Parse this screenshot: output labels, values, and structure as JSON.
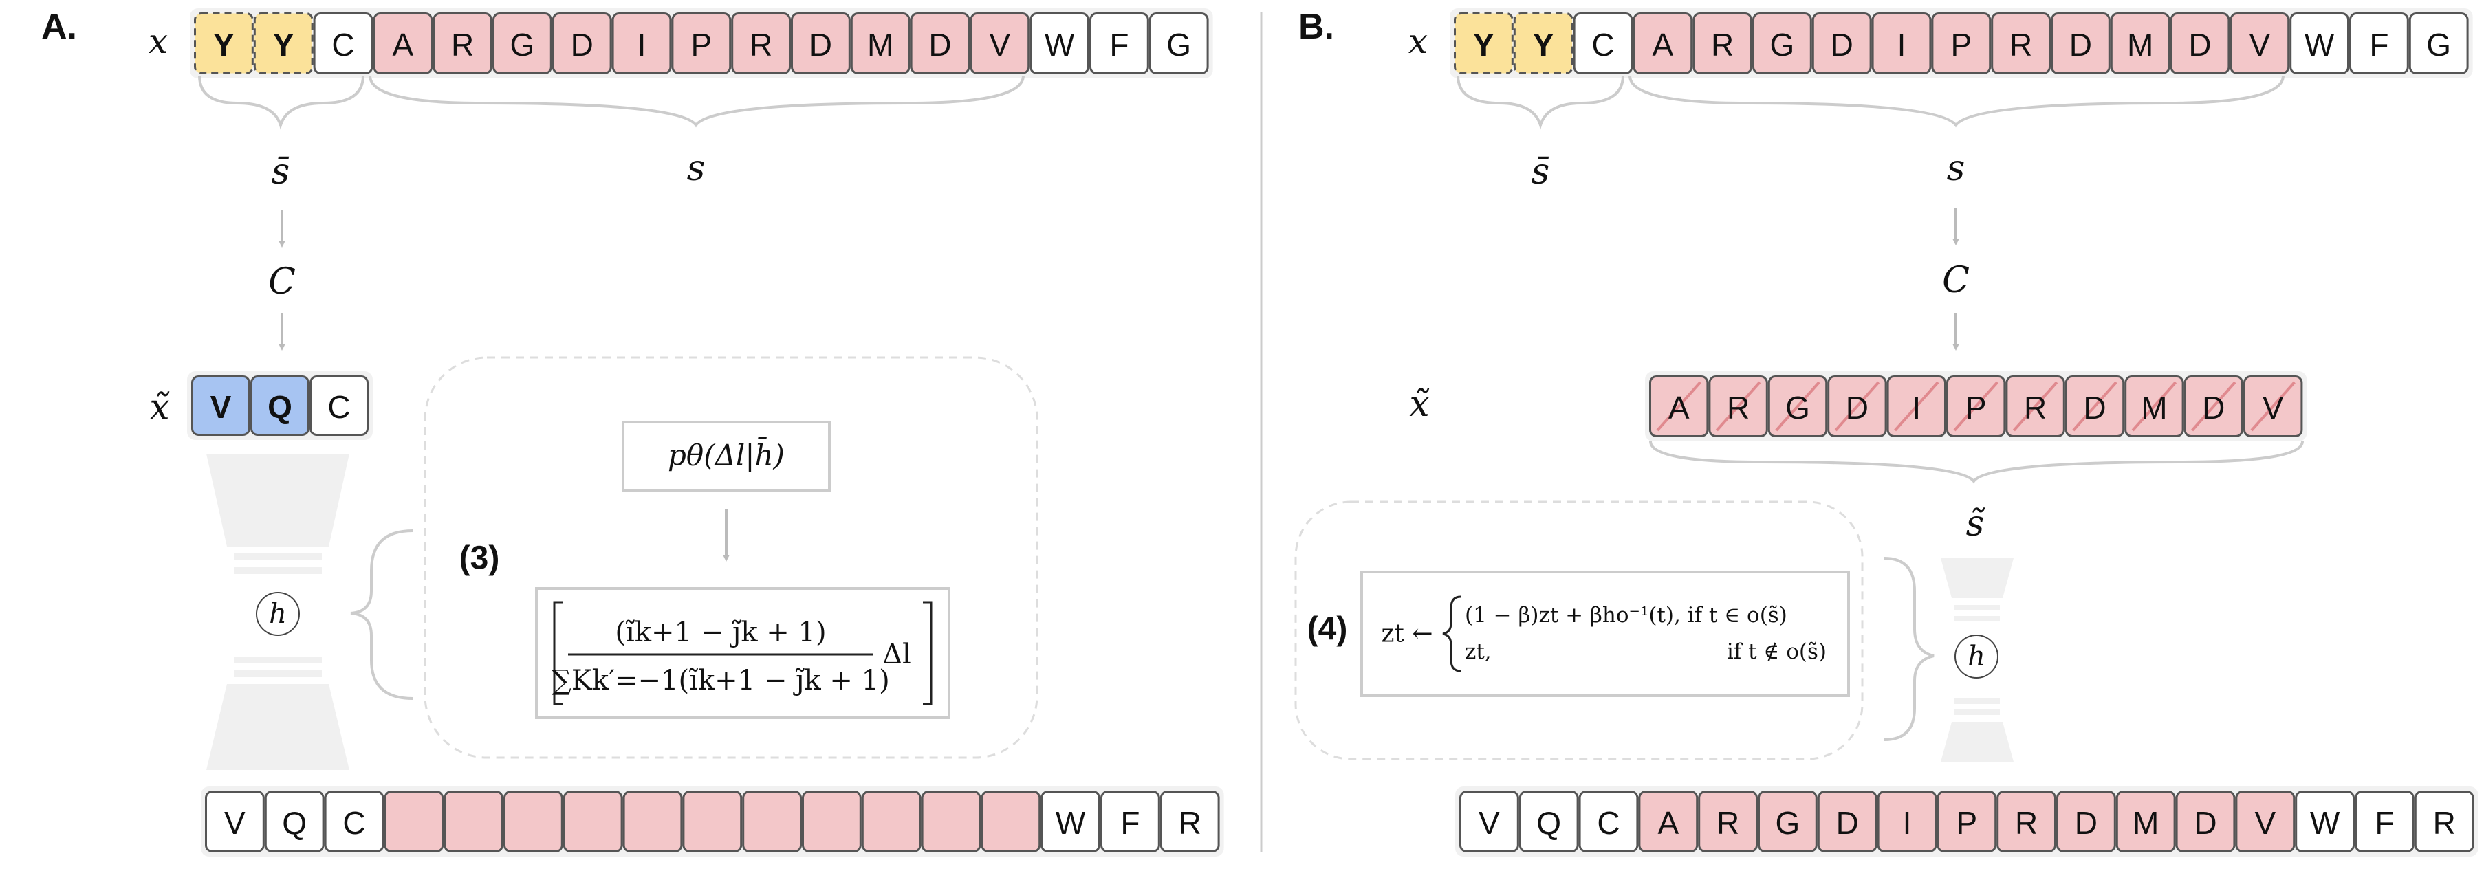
{
  "panels": {
    "a": {
      "label": "A.",
      "x_var": "x",
      "x_tokens": [
        "Y",
        "Y",
        "C",
        "A",
        "R",
        "G",
        "D",
        "I",
        "P",
        "R",
        "D",
        "M",
        "D",
        "V",
        "W",
        "F",
        "G"
      ],
      "s_bar_label": "s̄",
      "s_label": "s",
      "c_label": "C",
      "x_tilde_var": "x̃",
      "x_tilde_tokens": [
        "V",
        "Q",
        "C"
      ],
      "h_label": "h",
      "step_label": "(3)",
      "prob_box": "pθ(Δl|h̄)",
      "formula": {
        "numerator": "(ĩk+1 − j̃k + 1)",
        "denominator": "∑Kk′=−1(ĩk+1 − j̃k + 1)",
        "suffix": "Δl"
      },
      "output_tokens": [
        "V",
        "Q",
        "C",
        "",
        "",
        "",
        "",
        "",
        "",
        "",
        "",
        "",
        "",
        "",
        "W",
        "F",
        "R"
      ]
    },
    "b": {
      "label": "B.",
      "x_var": "x",
      "x_tokens": [
        "Y",
        "Y",
        "C",
        "A",
        "R",
        "G",
        "D",
        "I",
        "P",
        "R",
        "D",
        "M",
        "D",
        "V",
        "W",
        "F",
        "G"
      ],
      "s_bar_label": "s̄",
      "s_label": "s",
      "c_label": "C",
      "x_tilde_var": "x̃",
      "x_tilde_tokens": [
        "A",
        "R",
        "G",
        "D",
        "I",
        "P",
        "R",
        "D",
        "M",
        "D",
        "V"
      ],
      "s_tilde_label": "s̃",
      "h_label": "h",
      "step_label": "(4)",
      "update_rule": {
        "lhs": "zt ←",
        "case1": "(1 − β)zt + βho⁻¹(t), if t ∈ o(s̃)",
        "case2_expr": "zt,",
        "case2_cond": "if t ∉ o(s̃)"
      },
      "output_tokens": [
        "V",
        "Q",
        "C",
        "A",
        "R",
        "G",
        "D",
        "I",
        "P",
        "R",
        "D",
        "M",
        "D",
        "V",
        "W",
        "F",
        "R"
      ]
    }
  },
  "colors": {
    "yellow": "#fbe29a",
    "pink": "#f3c7c9",
    "blue": "#a7c4f2",
    "white": "#ffffff",
    "border": "#555555",
    "gray": "#bbbbbb",
    "slash": "#e08a8f"
  }
}
